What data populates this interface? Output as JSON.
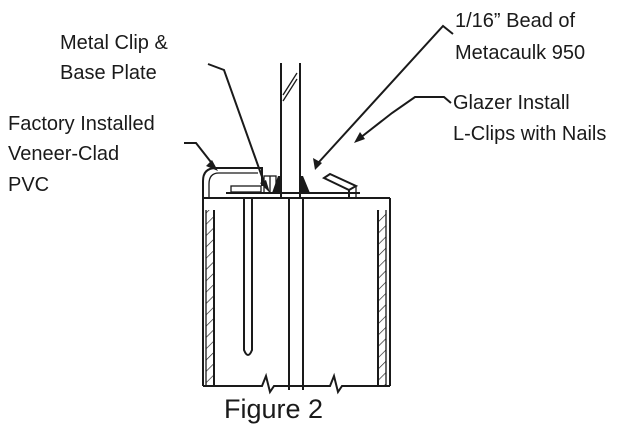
{
  "labels": {
    "metal_clip": [
      "Metal Clip &",
      "Base Plate"
    ],
    "bead": [
      "1/16” Bead of",
      "Metacaulk 950"
    ],
    "factory_installed": [
      "Factory Installed",
      "Veneer-Clad",
      "PVC"
    ],
    "glazer_install": [
      "Glazer Install",
      "L-Clips with Nails"
    ]
  },
  "caption": "Figure 2"
}
